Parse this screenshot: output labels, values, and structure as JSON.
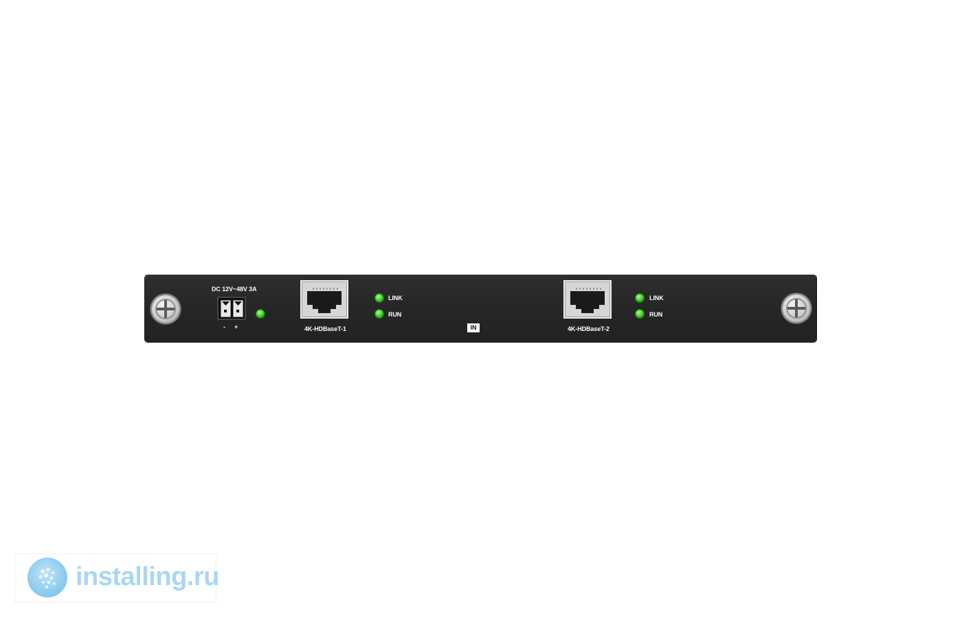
{
  "power": {
    "rating_label": "DC 12V~48V 3A",
    "minus": "-",
    "plus": "+"
  },
  "ports": [
    {
      "name": "4K-HDBaseT-1",
      "led_labels": {
        "link": "LINK",
        "run": "RUN"
      }
    },
    {
      "name": "4K-HDBaseT-2",
      "led_labels": {
        "link": "LINK",
        "run": "RUN"
      }
    }
  ],
  "badge": "IN",
  "watermark": {
    "text": "installing.ru",
    "icon": "installing-logo"
  },
  "colors": {
    "panel": "#262626",
    "led": "#35c71e",
    "watermark": "#a9d7f2"
  }
}
